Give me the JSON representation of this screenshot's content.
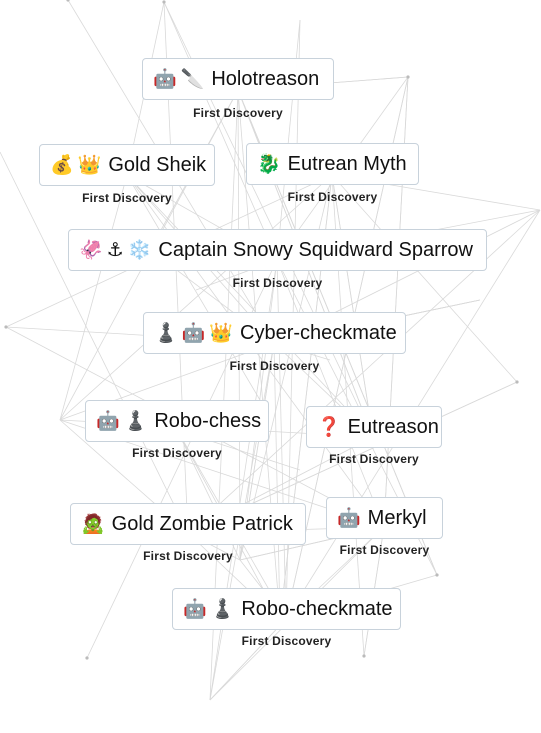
{
  "discovery_text": "First Discovery",
  "items": [
    {
      "emojis": [
        "🤖",
        "🔪"
      ],
      "label": "Holotreason"
    },
    {
      "emojis": [
        "💰",
        "👑"
      ],
      "label": "Gold Sheik"
    },
    {
      "emojis": [
        "🐉"
      ],
      "label": "Eutrean Myth"
    },
    {
      "emojis": [
        "🦑",
        "⚓",
        "❄️"
      ],
      "label": "Captain Snowy Squidward Sparrow"
    },
    {
      "emojis": [
        "♟️",
        "🤖",
        "👑"
      ],
      "label": "Cyber-checkmate"
    },
    {
      "emojis": [
        "🤖",
        "♟️"
      ],
      "label": "Robo-chess"
    },
    {
      "emojis": [
        "❓"
      ],
      "label": "Eutreason"
    },
    {
      "emojis": [
        "🧟"
      ],
      "label": "Gold Zombie Patrick"
    },
    {
      "emojis": [
        "🤖"
      ],
      "label": "Merkyl"
    },
    {
      "emojis": [
        "🤖",
        "♟️"
      ],
      "label": "Robo-checkmate"
    }
  ]
}
